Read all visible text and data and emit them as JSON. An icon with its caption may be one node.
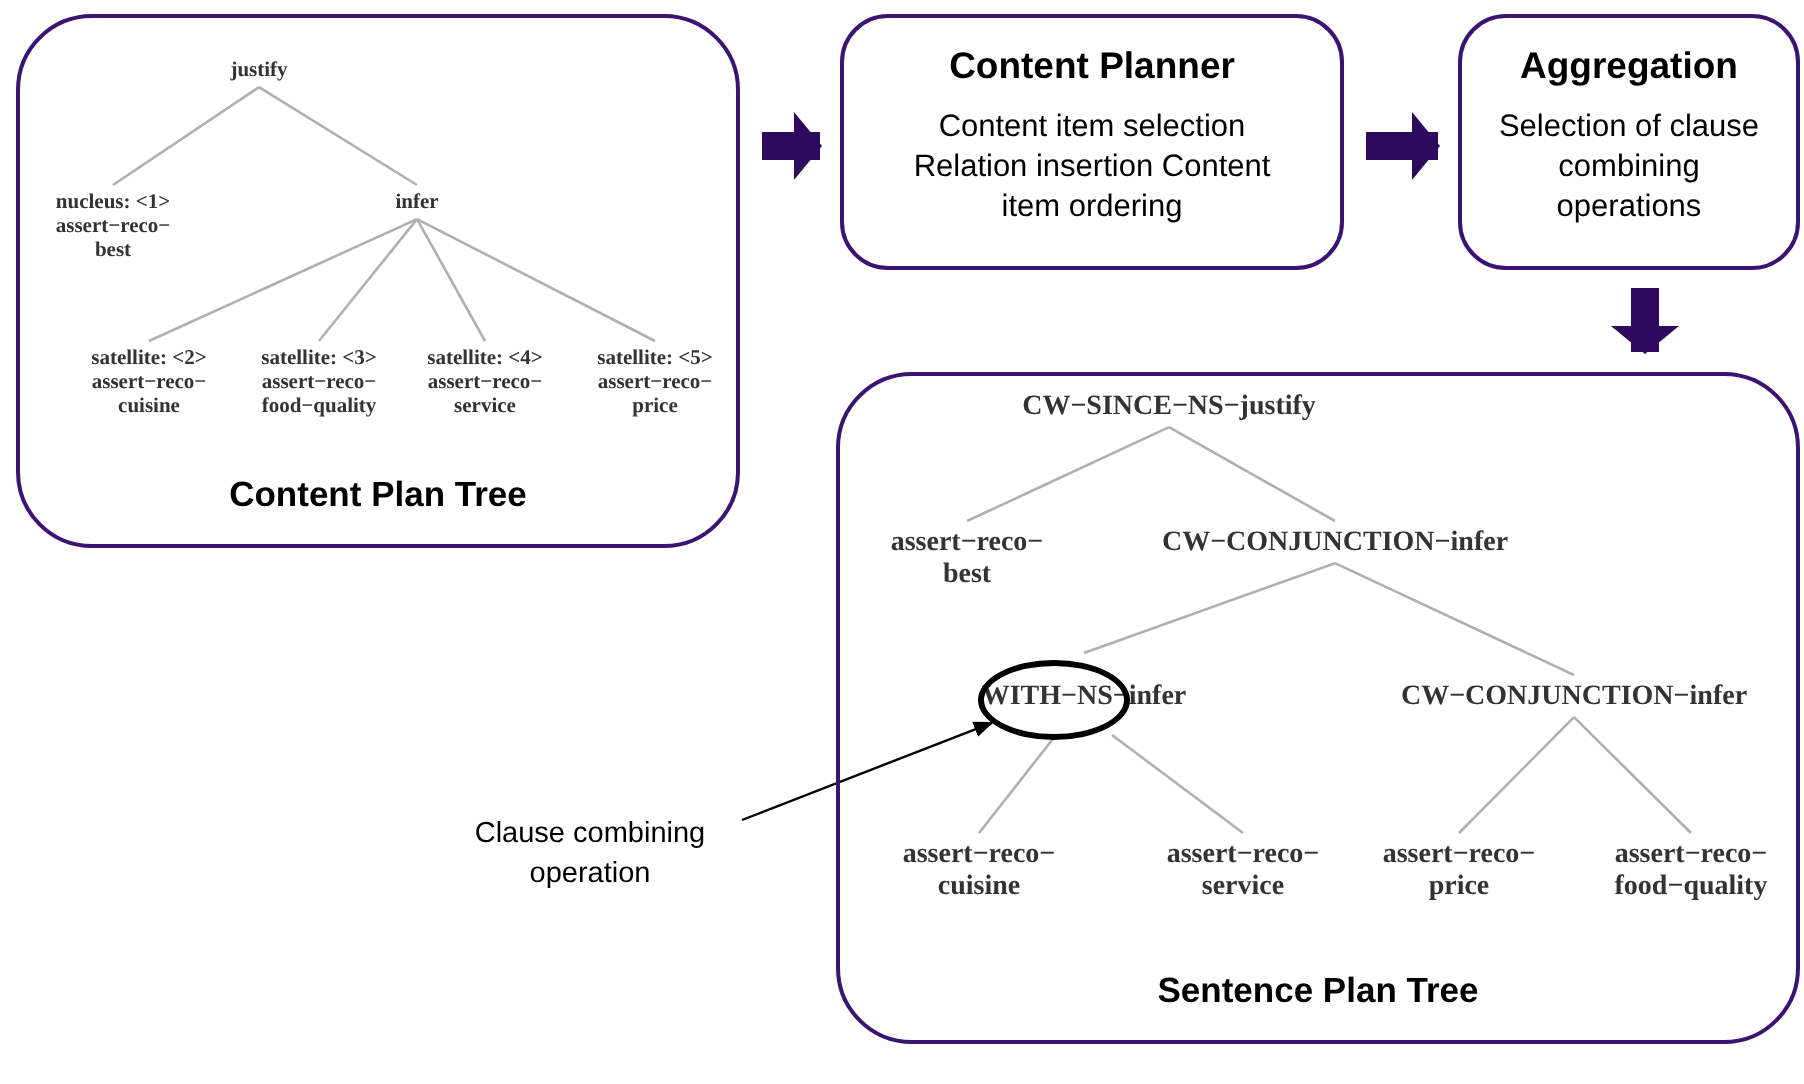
{
  "diagram": {
    "nodes": [
      {
        "text": [
          "Content Plan Tree"
        ]
      },
      {
        "text": [
          "justify"
        ],
        "in": 0
      },
      {
        "text": [
          "nucleus: <1> assert−reco− best"
        ],
        "in": 0
      },
      {
        "text": [
          "infer"
        ],
        "in": 0
      },
      {
        "text": [
          "satellite: <2> assert−reco− cuisine"
        ],
        "in": 0
      },
      {
        "text": [
          "satellite: <3> assert−reco− food−quality"
        ],
        "in": 0
      },
      {
        "text": [
          "satellite: <4> assert−reco− service"
        ],
        "in": 0
      },
      {
        "text": [
          "satellite: <5> assert−reco− price"
        ],
        "in": 0
      },
      {
        "text": [
          "Content Planner",
          "Content item selection Relation insertion Content item ordering"
        ]
      },
      {
        "text": [
          "Aggregation",
          "Selection of clause combining operations"
        ]
      },
      {
        "text": [
          "Sentence Plan Tree"
        ]
      },
      {
        "text": [
          "CW−SINCE−NS−justify"
        ],
        "in": 10
      },
      {
        "text": [
          "assert−reco− best"
        ],
        "in": 10
      },
      {
        "text": [
          "CW−CONJUNCTION−infer"
        ],
        "in": 10
      },
      {
        "text": [
          "WITH−NS−infer"
        ],
        "in": 10
      },
      {
        "text": [
          "CW−CONJUNCTION−infer"
        ],
        "in": 10
      },
      {
        "text": [
          "assert−reco− cuisine"
        ],
        "in": 10
      },
      {
        "text": [
          "assert−reco− service"
        ],
        "in": 10
      },
      {
        "text": [
          "assert−reco− price"
        ],
        "in": 10
      },
      {
        "text": [
          "assert−reco− food−quality"
        ],
        "in": 10
      },
      {
        "text": [
          "Clause combining operation"
        ]
      },
      {
        "text": [],
        "shape": "circle",
        "in": 10
      }
    ],
    "edges": [
      {
        "from": 1,
        "to": 2,
        "arrow": "none"
      },
      {
        "from": 1,
        "to": 3,
        "arrow": "none"
      },
      {
        "from": 3,
        "to": 4,
        "arrow": "none"
      },
      {
        "from": 3,
        "to": 5,
        "arrow": "none"
      },
      {
        "from": 3,
        "to": 6,
        "arrow": "none"
      },
      {
        "from": 3,
        "to": 7,
        "arrow": "none"
      },
      {
        "from": 0,
        "to": 8,
        "arrow": "to",
        "style": "thick",
        "color": "#2e0a5e"
      },
      {
        "from": 8,
        "to": 9,
        "arrow": "to",
        "style": "thick",
        "color": "#2e0a5e"
      },
      {
        "from": 9,
        "to": 10,
        "arrow": "to",
        "style": "thick",
        "color": "#2e0a5e"
      },
      {
        "from": 11,
        "to": 12,
        "arrow": "none"
      },
      {
        "from": 11,
        "to": 13,
        "arrow": "none"
      },
      {
        "from": 13,
        "to": 14,
        "arrow": "none"
      },
      {
        "from": 13,
        "to": 15,
        "arrow": "none"
      },
      {
        "from": 14,
        "to": 16,
        "arrow": "none"
      },
      {
        "from": 14,
        "to": 17,
        "arrow": "none"
      },
      {
        "from": 15,
        "to": 18,
        "arrow": "none"
      },
      {
        "from": 15,
        "to": 19,
        "arrow": "none"
      },
      {
        "from": 20,
        "to": 21,
        "arrow": "to",
        "color": "#000000"
      }
    ]
  }
}
